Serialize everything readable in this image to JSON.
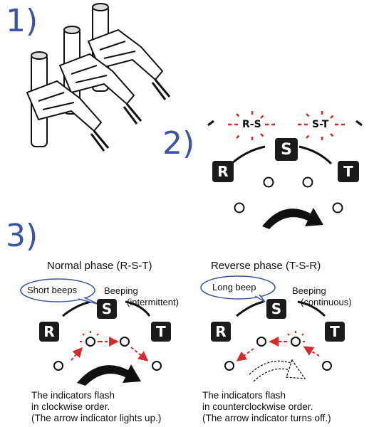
{
  "steps": {
    "step1": "1)",
    "step2": "2)",
    "step3": "3)"
  },
  "step2": {
    "rs_label": "R-S",
    "st_label": "S-T",
    "keys": {
      "r": "R",
      "s": "S",
      "t": "T"
    }
  },
  "normal": {
    "title": "Normal phase (R-S-T)",
    "bubble": "Short beeps",
    "sound": "Beeping",
    "sound_detail": "(intermittent)",
    "keys": {
      "r": "R",
      "s": "S",
      "t": "T"
    },
    "caption": [
      "The indicators flash",
      "in clockwise order.",
      "(The arrow indicator lights up.)"
    ]
  },
  "reverse": {
    "title": "Reverse phase (T-S-R)",
    "bubble": "Long beep",
    "sound": "Beeping",
    "sound_detail": "(continuous)",
    "keys": {
      "r": "R",
      "s": "S",
      "t": "T"
    },
    "caption": [
      "The indicators flash",
      "in counterclockwise order.",
      "(The arrow indicator turns off.)"
    ]
  },
  "colors": {
    "step_number": "#3b54a3",
    "flash_red": "#d8282d",
    "key_bg": "#1b1b1b"
  },
  "icons": [
    "clamp-probe-icon",
    "flashing-indicator-icon",
    "rotation-arrow-icon",
    "speech-bubble-icon"
  ]
}
